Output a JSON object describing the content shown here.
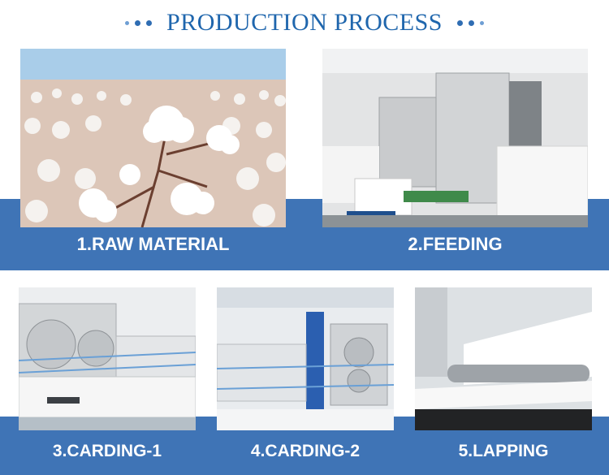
{
  "header": {
    "title": "PRODUCTION PROCESS"
  },
  "steps": [
    {
      "label": "1.RAW MATERIAL"
    },
    {
      "label": "2.FEEDING"
    },
    {
      "label": "3.CARDING-1"
    },
    {
      "label": "4.CARDING-2"
    },
    {
      "label": "5.LAPPING"
    }
  ],
  "colors": {
    "accent": "#1f66ad",
    "band": "#3f74b6",
    "label_text": "#ffffff"
  }
}
